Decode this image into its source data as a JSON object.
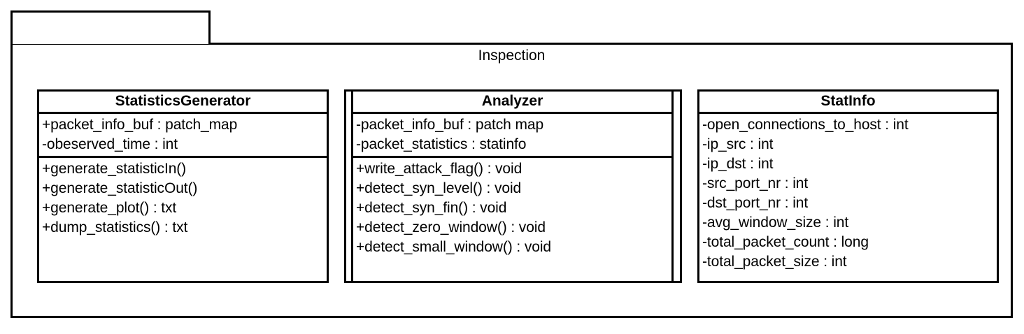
{
  "diagram": {
    "type": "uml-class-diagram",
    "package": {
      "name": "Inspection"
    },
    "classes": [
      {
        "id": "statistics-generator",
        "name": "StatisticsGenerator",
        "attributes": [
          "+packet_info_buf : patch_map",
          "-obeserved_time : int"
        ],
        "methods": [
          "+generate_statisticIn()",
          "+generate_statisticOut()",
          "+generate_plot() : txt",
          "+dump_statistics() : txt"
        ]
      },
      {
        "id": "analyzer",
        "name": "Analyzer",
        "attributes": [
          "-packet_info_buf : patch map",
          "-packet_statistics : statinfo"
        ],
        "methods": [
          "+write_attack_flag() : void",
          "+detect_syn_level() : void",
          "+detect_syn_fin() : void",
          "+detect_zero_window() : void",
          "+detect_small_window() : void"
        ]
      },
      {
        "id": "stat-info",
        "name": "StatInfo",
        "attributes": [
          "-open_connections_to_host : int",
          "-ip_src : int",
          "-ip_dst : int",
          "-src_port_nr : int",
          "-dst_port_nr : int",
          "-avg_window_size : int",
          "-total_packet_count : long",
          "-total_packet_size : int"
        ],
        "methods": []
      }
    ],
    "colors": {
      "stroke": "#000000",
      "fill": "#ffffff",
      "text": "#000000"
    }
  }
}
